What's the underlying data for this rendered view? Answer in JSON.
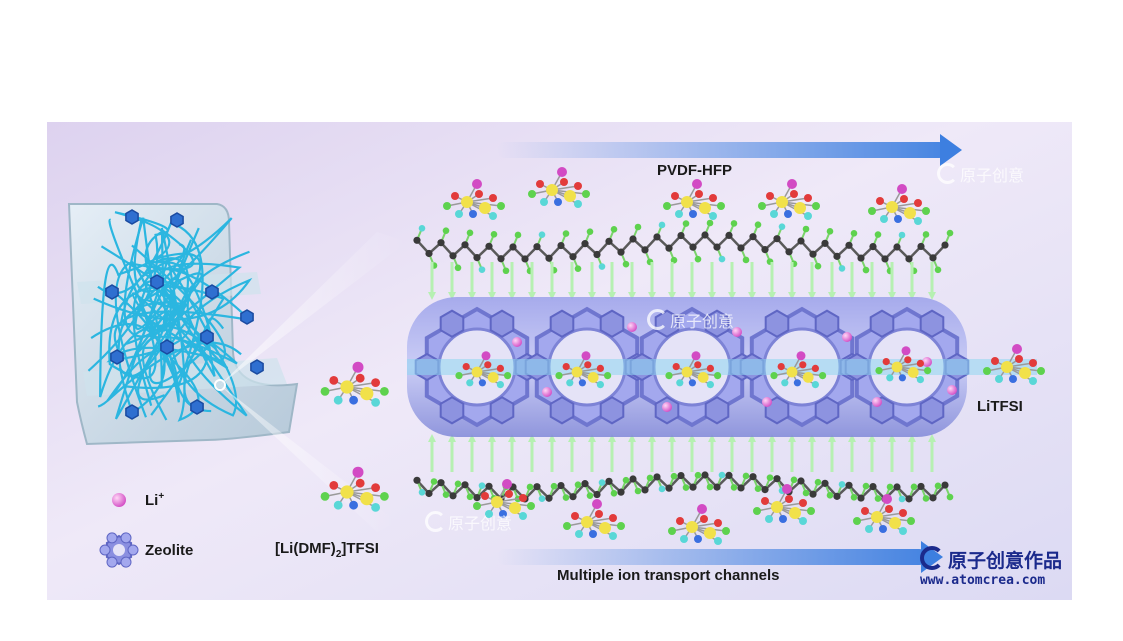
{
  "labels": {
    "top_arrow": "PVDF-HFP",
    "bottom_arrow": "Multiple ion transport channels",
    "li_legend": "Li",
    "li_superscript": "+",
    "zeolite_legend": "Zeolite",
    "complex_prefix": "[Li(DMF)",
    "complex_subscript": "2",
    "complex_suffix": "]TFSI",
    "litfsi": "LiTFSI"
  },
  "watermark": {
    "text": "原子创意",
    "brand_cn": "原子创意作品",
    "brand_url": "www.atomcrea.com"
  },
  "colors": {
    "background": "#e9e3f5",
    "fiber": "#2bb6e0",
    "zeolite": "#8a8fe0",
    "lithium": "#e56ad6",
    "arrow_fill": "#3d7fe0",
    "brand": "#1b2a8c"
  }
}
